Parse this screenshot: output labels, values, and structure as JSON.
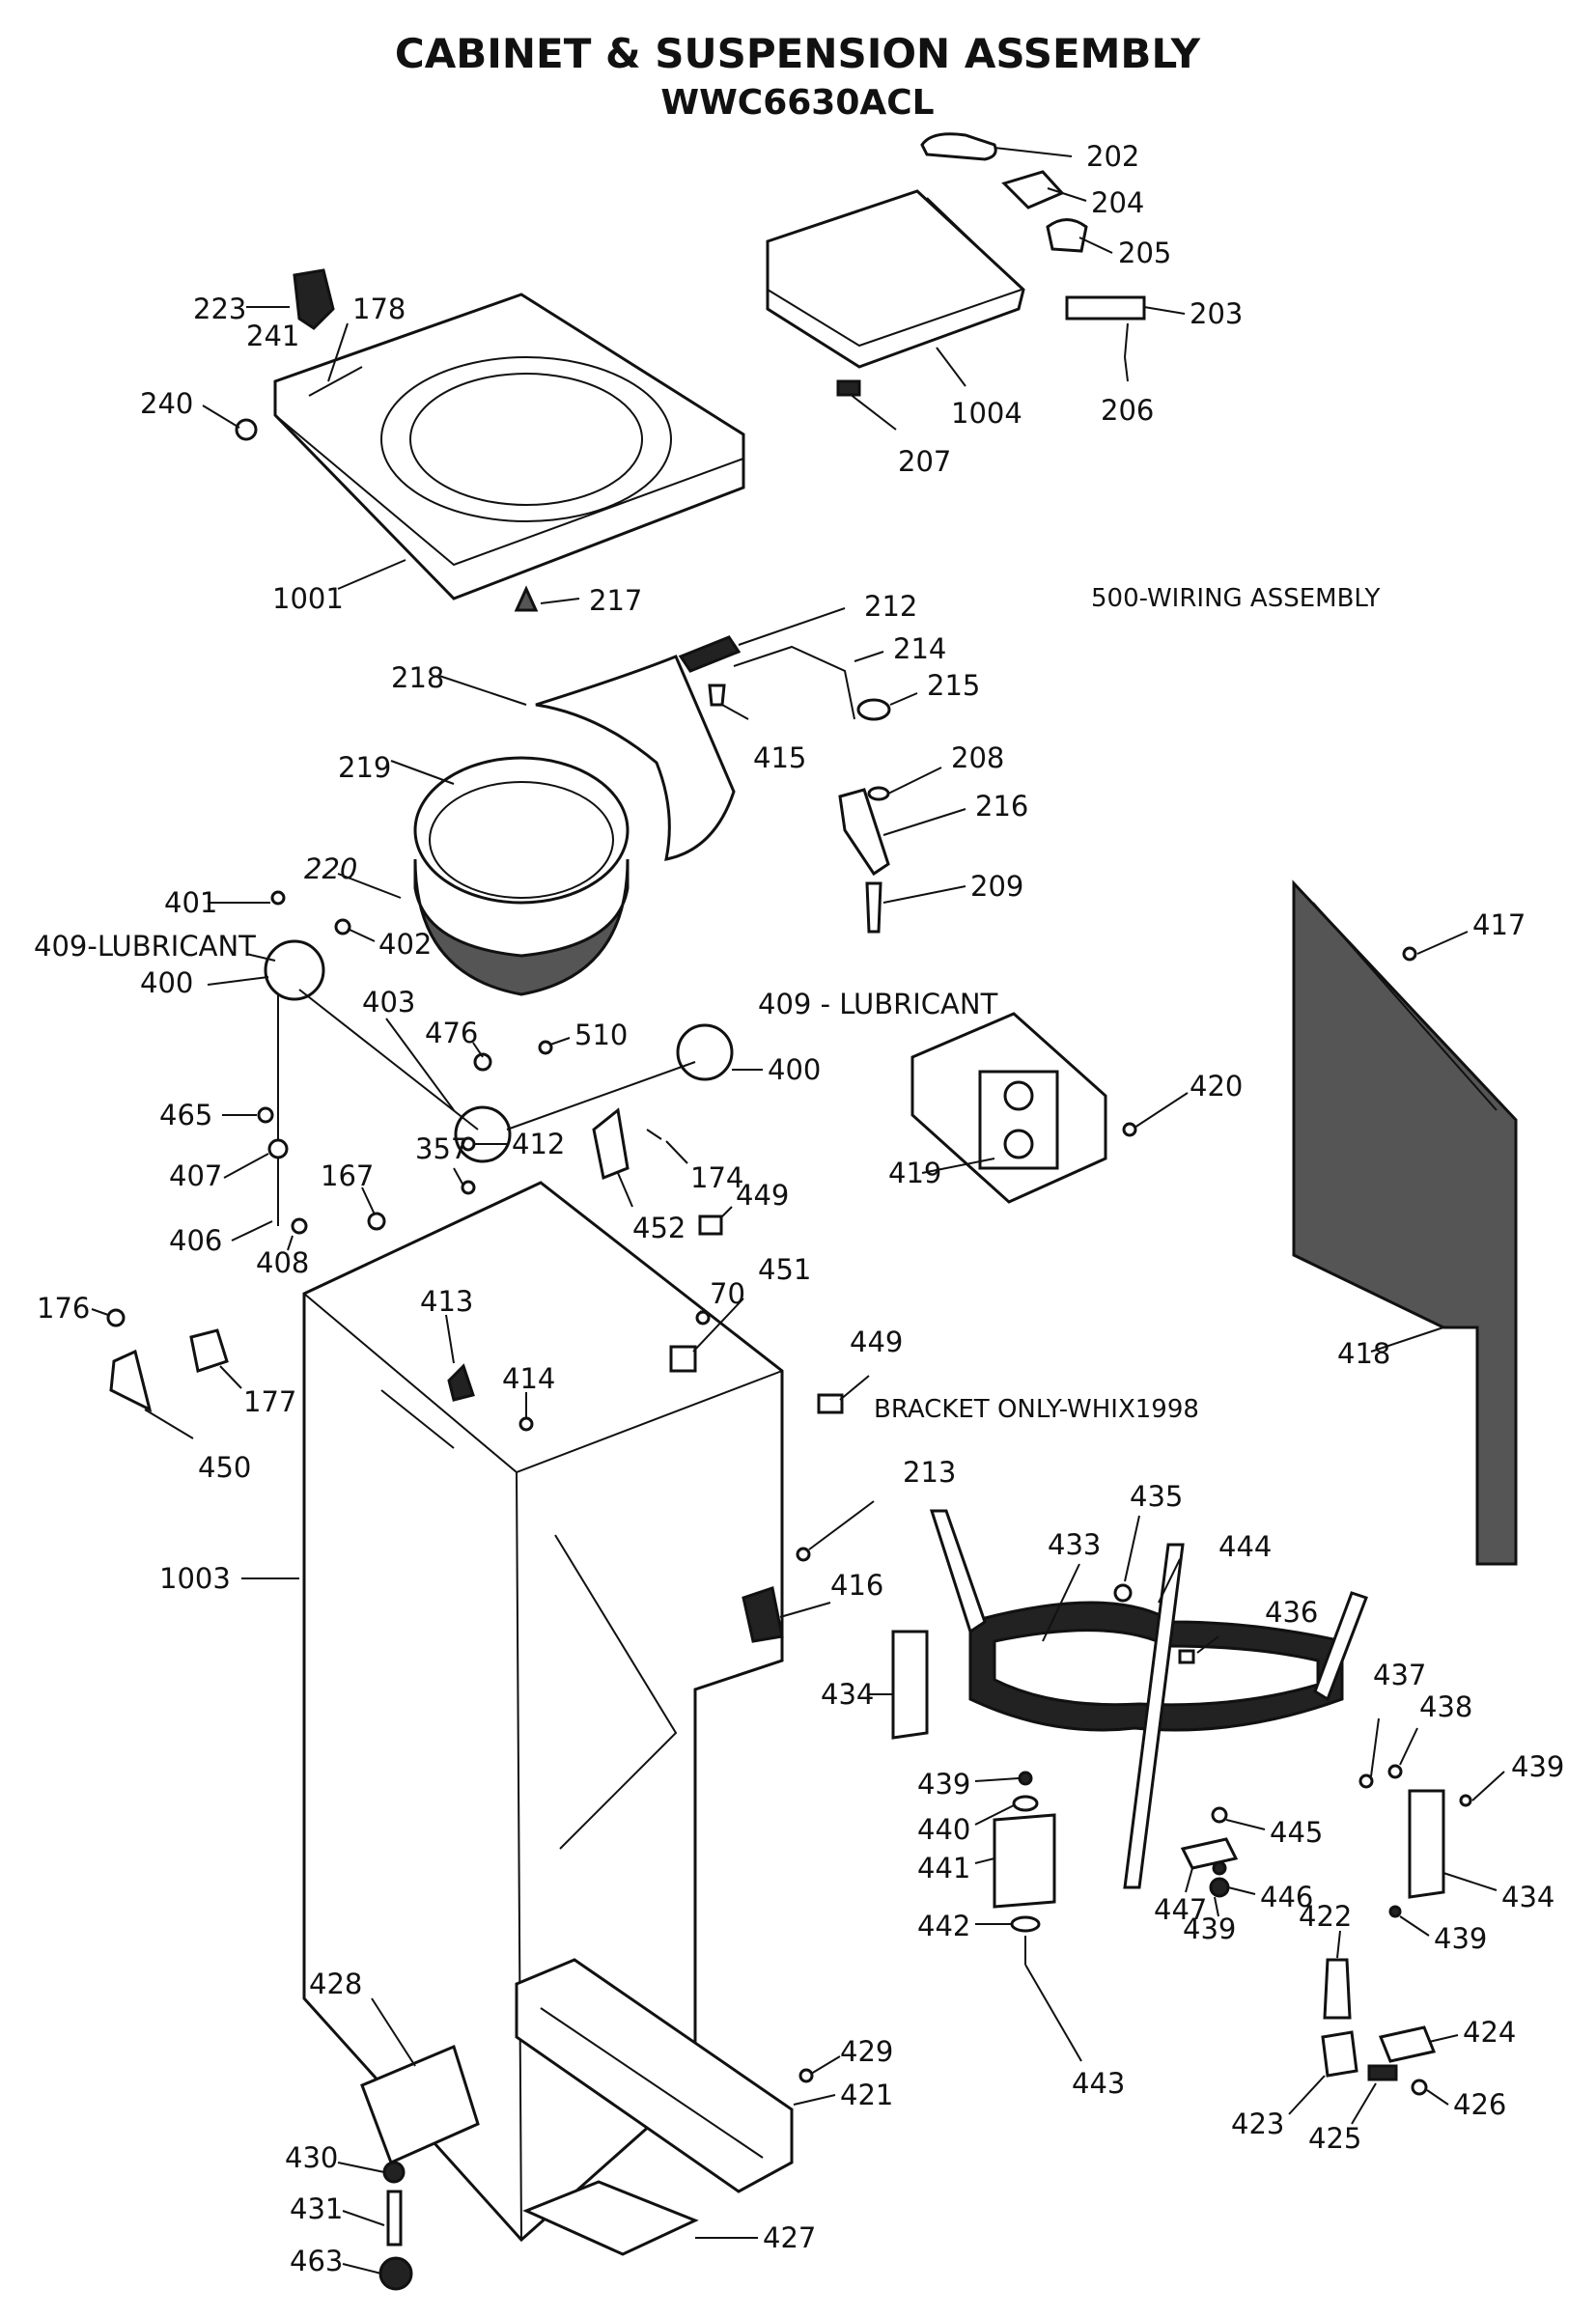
{
  "title": "CABINET & SUSPENSION ASSEMBLY",
  "model": "WWC6630ACL",
  "labels": {
    "p202": "202",
    "p204": "204",
    "p205": "205",
    "p203": "203",
    "p206": "206",
    "p1004": "1004",
    "p207": "207",
    "p223": "223",
    "p178": "178",
    "p241": "241",
    "p240": "240",
    "p1001": "1001",
    "p217": "217",
    "p212": "212",
    "p214": "214",
    "p215": "215",
    "p218": "218",
    "p415": "415",
    "p219": "219",
    "p208": "208",
    "p216": "216",
    "p220": "220",
    "p209": "209",
    "p401": "401",
    "p409a": "409-LUBRICANT",
    "p402": "402",
    "p400a": "400",
    "p403": "403",
    "p476": "476",
    "p510": "510",
    "p409b": "409 - LUBRICANT",
    "p400b": "400",
    "p417": "417",
    "p420": "420",
    "p465": "465",
    "p407": "407",
    "p357": "357",
    "p412": "412",
    "p174": "174",
    "p449a": "449",
    "p406": "406",
    "p167": "167",
    "p408": "408",
    "p452": "452",
    "p419": "419",
    "p176": "176",
    "p413": "413",
    "p70": "70",
    "p451": "451",
    "p418": "418",
    "p177": "177",
    "p414": "414",
    "p449b": "449",
    "p450": "450",
    "p213": "213",
    "p435": "435",
    "p433": "433",
    "p444": "444",
    "p1003": "1003",
    "p416": "416",
    "p436": "436",
    "p434a": "434",
    "p437": "437",
    "p438": "438",
    "p439a": "439",
    "p439b": "439",
    "p440": "440",
    "p445": "445",
    "p441": "441",
    "p446": "446",
    "p447": "447",
    "p434b": "434",
    "p442": "442",
    "p439c": "439",
    "p422": "422",
    "p439d": "439",
    "p428": "428",
    "p429": "429",
    "p443": "443",
    "p424": "424",
    "p421": "421",
    "p430": "430",
    "p423": "423",
    "p426": "426",
    "p425": "425",
    "p431": "431",
    "p427": "427",
    "p463": "463"
  },
  "notes": {
    "wiring": "500-WIRING ASSEMBLY",
    "bracket": "BRACKET ONLY-WHIX1998"
  }
}
